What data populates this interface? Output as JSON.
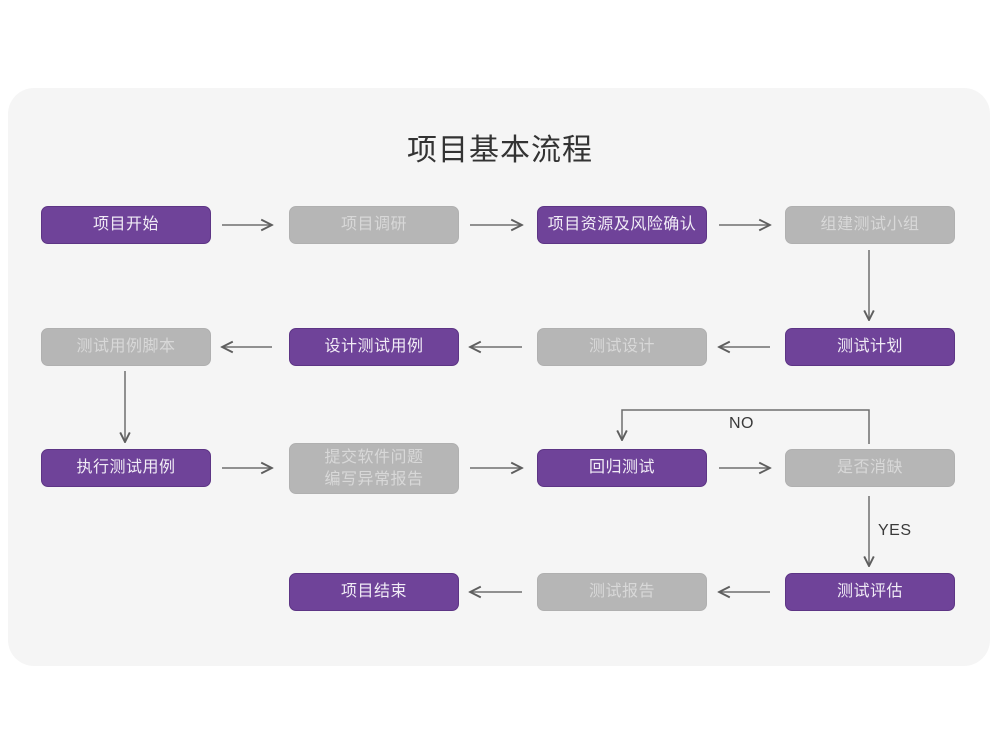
{
  "page": {
    "background": "#ffffff",
    "card_background": "#f5f5f5",
    "title": "项目基本流程"
  },
  "colors": {
    "accent_purple": "#6f4399",
    "accent_purple_border": "#5d3585",
    "purple_text": "#f1ecf6",
    "muted_gray": "#b6b6b6",
    "muted_gray_text": "#d8d8d8",
    "connector": "#6e6e6e",
    "title_text": "#333333",
    "label_text": "#3a3a3a"
  },
  "chart_data": {
    "type": "diagram",
    "title": "项目基本流程",
    "nodes": [
      {
        "id": "n1",
        "label": "项目开始",
        "style": "purple",
        "row": 1,
        "col": 1
      },
      {
        "id": "n2",
        "label": "项目调研",
        "style": "gray",
        "row": 1,
        "col": 2
      },
      {
        "id": "n3",
        "label": "项目资源及风险确认",
        "style": "purple",
        "row": 1,
        "col": 3
      },
      {
        "id": "n4",
        "label": "组建测试小组",
        "style": "gray",
        "row": 1,
        "col": 4
      },
      {
        "id": "n5",
        "label": "测试用例脚本",
        "style": "gray",
        "row": 2,
        "col": 1
      },
      {
        "id": "n6",
        "label": "设计测试用例",
        "style": "purple",
        "row": 2,
        "col": 2
      },
      {
        "id": "n7",
        "label": "测试设计",
        "style": "gray",
        "row": 2,
        "col": 3
      },
      {
        "id": "n8",
        "label": "测试计划",
        "style": "purple",
        "row": 2,
        "col": 4
      },
      {
        "id": "n9",
        "label": "执行测试用例",
        "style": "purple",
        "row": 3,
        "col": 1
      },
      {
        "id": "n10",
        "label": "提交软件问题\n编写异常报告",
        "style": "gray",
        "row": 3,
        "col": 2
      },
      {
        "id": "n11",
        "label": "回归测试",
        "style": "purple",
        "row": 3,
        "col": 3
      },
      {
        "id": "n12",
        "label": "是否消缺",
        "style": "gray",
        "row": 3,
        "col": 4
      },
      {
        "id": "n13",
        "label": "项目结束",
        "style": "purple",
        "row": 4,
        "col": 2
      },
      {
        "id": "n14",
        "label": "测试报告",
        "style": "gray",
        "row": 4,
        "col": 3
      },
      {
        "id": "n15",
        "label": "测试评估",
        "style": "purple",
        "row": 4,
        "col": 4
      }
    ],
    "edges": [
      {
        "from": "n1",
        "to": "n2",
        "label": "",
        "direction": "right"
      },
      {
        "from": "n2",
        "to": "n3",
        "label": "",
        "direction": "right"
      },
      {
        "from": "n3",
        "to": "n4",
        "label": "",
        "direction": "right"
      },
      {
        "from": "n4",
        "to": "n8",
        "label": "",
        "direction": "down"
      },
      {
        "from": "n8",
        "to": "n7",
        "label": "",
        "direction": "left"
      },
      {
        "from": "n7",
        "to": "n6",
        "label": "",
        "direction": "left"
      },
      {
        "from": "n6",
        "to": "n5",
        "label": "",
        "direction": "left"
      },
      {
        "from": "n5",
        "to": "n9",
        "label": "",
        "direction": "down"
      },
      {
        "from": "n9",
        "to": "n10",
        "label": "",
        "direction": "right"
      },
      {
        "from": "n10",
        "to": "n11",
        "label": "",
        "direction": "right"
      },
      {
        "from": "n11",
        "to": "n12",
        "label": "",
        "direction": "right"
      },
      {
        "from": "n12",
        "to": "n11",
        "label": "NO",
        "direction": "loop-up-left"
      },
      {
        "from": "n12",
        "to": "n15",
        "label": "YES",
        "direction": "down"
      },
      {
        "from": "n15",
        "to": "n14",
        "label": "",
        "direction": "left"
      },
      {
        "from": "n14",
        "to": "n13",
        "label": "",
        "direction": "left"
      }
    ],
    "edge_labels": [
      {
        "id": "no-label",
        "text": "NO"
      },
      {
        "id": "yes-label",
        "text": "YES"
      }
    ]
  }
}
